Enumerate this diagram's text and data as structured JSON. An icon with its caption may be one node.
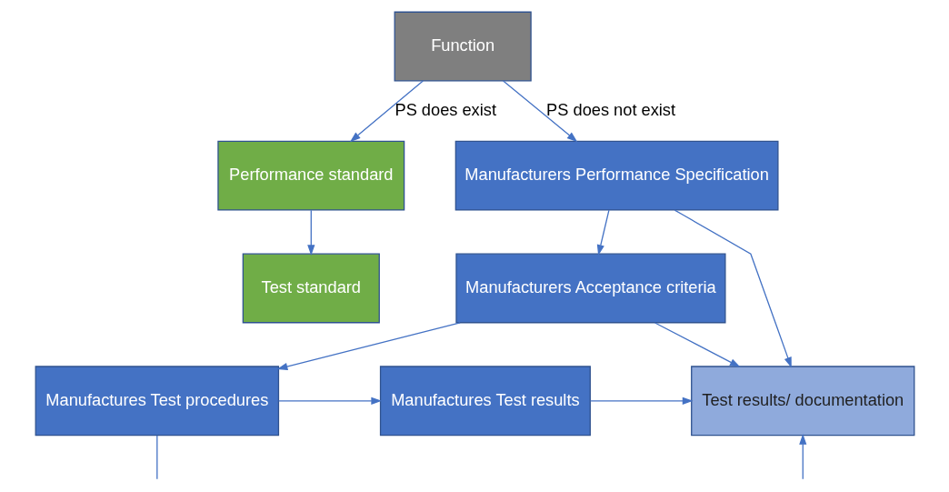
{
  "diagram": {
    "nodes": [
      {
        "text": [
          "Function"
        ]
      },
      {
        "text": [
          "Performance standard"
        ]
      },
      {
        "text": [
          "Test standard"
        ]
      },
      {
        "text": [
          "Manufacturers Performance Specification"
        ]
      },
      {
        "text": [
          "Manufacturers Acceptance criteria"
        ]
      },
      {
        "text": [
          "Manufactures Test procedures"
        ]
      },
      {
        "text": [
          "Manufactures Test results"
        ]
      },
      {
        "text": [
          "Test results/ documentation"
        ]
      }
    ],
    "edges": [
      {
        "from": 0,
        "to": 1,
        "arrow": "to",
        "label": "PS does exist"
      },
      {
        "from": 0,
        "to": 3,
        "arrow": "to",
        "label": "PS does not exist"
      },
      {
        "from": 1,
        "to": 2,
        "arrow": "to"
      },
      {
        "from": 3,
        "to": 4,
        "arrow": "to"
      },
      {
        "from": 4,
        "to": 5,
        "arrow": "to"
      },
      {
        "from": 5,
        "to": 6,
        "arrow": "to"
      },
      {
        "from": 6,
        "to": 7,
        "arrow": "to"
      },
      {
        "from": 3,
        "to": 7,
        "arrow": "to"
      },
      {
        "from": 4,
        "to": 7,
        "arrow": "to"
      },
      {
        "from": 5,
        "to": null,
        "arrow": "none"
      },
      {
        "from": null,
        "to": 7,
        "arrow": "to"
      }
    ]
  }
}
